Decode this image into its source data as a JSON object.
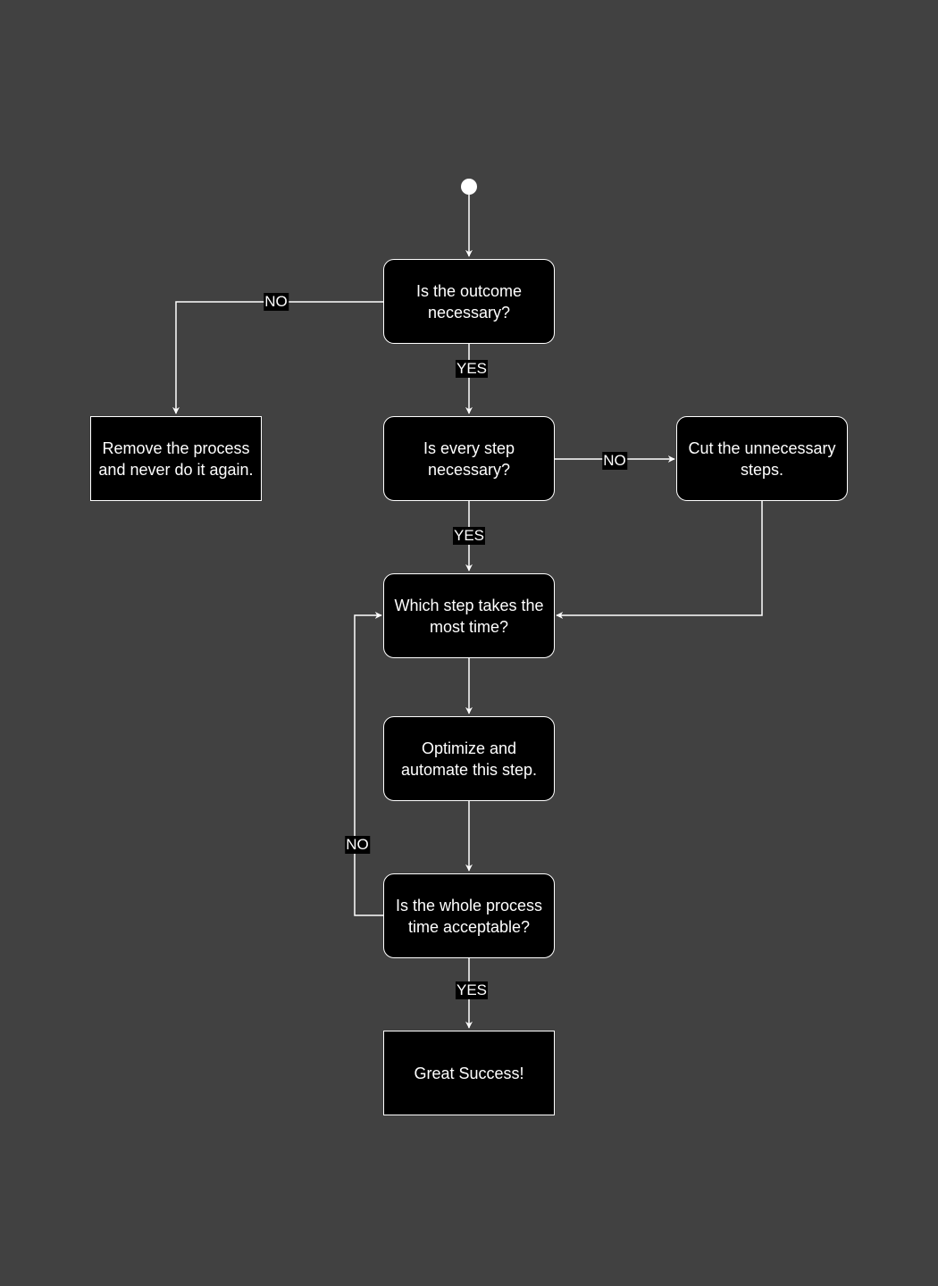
{
  "colors": {
    "background": "#414141",
    "node_fill": "#000000",
    "stroke": "#ffffff",
    "text": "#ffffff"
  },
  "nodes": {
    "q_outcome": "Is the outcome necessary?",
    "remove": "Remove the process and never do it again.",
    "q_every_step": "Is every step necessary?",
    "cut": "Cut the unnecessary steps.",
    "q_most_time": "Which step takes the most time?",
    "optimize": "Optimize and automate this step.",
    "q_acceptable": "Is the whole process time acceptable?",
    "success": "Great Success!"
  },
  "edges": {
    "outcome_no": "NO",
    "outcome_yes": "YES",
    "every_step_no": "NO",
    "every_step_yes": "YES",
    "acceptable_no": "NO",
    "acceptable_yes": "YES"
  }
}
